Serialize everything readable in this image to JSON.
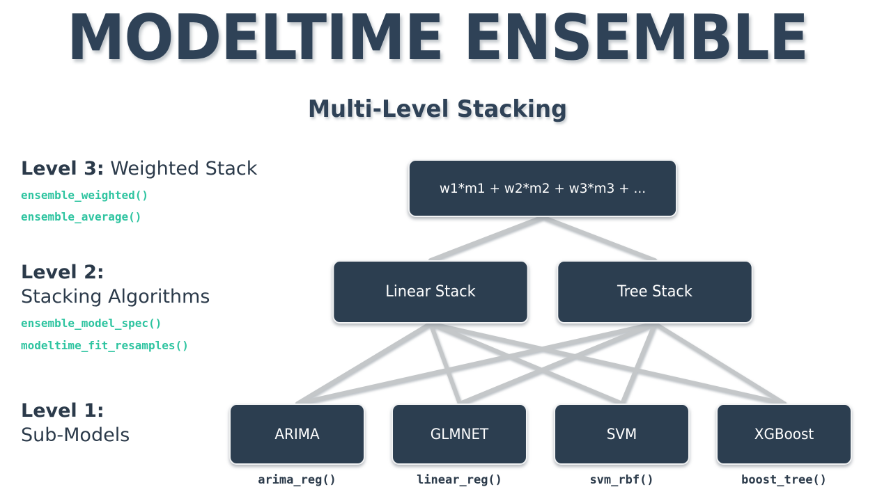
{
  "header": {
    "title": "MODELTIME ENSEMBLE",
    "subtitle": "Multi-Level Stacking"
  },
  "colors": {
    "node_fill": "#2c3e50",
    "node_border": "#f2f3f4",
    "heading_text": "#2b3a4a",
    "code_text": "#2ec4a0",
    "title_text": "#2f4257",
    "connector": "#c4c7c9",
    "background": "#ffffff"
  },
  "levels": [
    {
      "id": "level-3",
      "label_strong": "Level 3:",
      "label_normal": "Weighted Stack",
      "functions": [
        "ensemble_weighted()",
        "ensemble_average()"
      ]
    },
    {
      "id": "level-2",
      "label_strong": "Level 2:",
      "label_normal": "Stacking Algorithms",
      "functions": [
        "ensemble_model_spec()",
        "modeltime_fit_resamples()"
      ]
    },
    {
      "id": "level-1",
      "label_strong": "Level 1:",
      "label_normal": "Sub-Models",
      "functions": []
    }
  ],
  "nodes": {
    "level3": [
      {
        "id": "weighted-formula",
        "label": "w1*m1 + w2*m2 + w3*m3 + ..."
      }
    ],
    "level2": [
      {
        "id": "linear-stack",
        "label": "Linear Stack"
      },
      {
        "id": "tree-stack",
        "label": "Tree Stack"
      }
    ],
    "level1": [
      {
        "id": "arima",
        "label": "ARIMA",
        "fn": "arima_reg()"
      },
      {
        "id": "glmnet",
        "label": "GLMNET",
        "fn": "linear_reg()"
      },
      {
        "id": "svm",
        "label": "SVM",
        "fn": "svm_rbf()"
      },
      {
        "id": "xgboost",
        "label": "XGBoost",
        "fn": "boost_tree()"
      }
    ]
  },
  "connections": {
    "level3_to_level2": [
      {
        "from": "weighted-formula",
        "to": "linear-stack"
      },
      {
        "from": "weighted-formula",
        "to": "tree-stack"
      }
    ],
    "level2_to_level1": [
      {
        "from": "linear-stack",
        "to": "arima"
      },
      {
        "from": "linear-stack",
        "to": "glmnet"
      },
      {
        "from": "linear-stack",
        "to": "svm"
      },
      {
        "from": "linear-stack",
        "to": "xgboost"
      },
      {
        "from": "tree-stack",
        "to": "arima"
      },
      {
        "from": "tree-stack",
        "to": "glmnet"
      },
      {
        "from": "tree-stack",
        "to": "svm"
      },
      {
        "from": "tree-stack",
        "to": "xgboost"
      }
    ]
  }
}
